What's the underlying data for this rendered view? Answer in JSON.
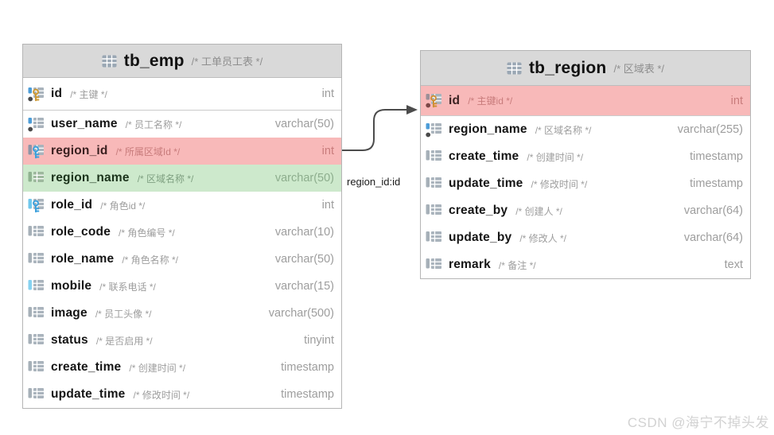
{
  "tables": [
    {
      "name": "tb_emp",
      "comment": "/* 工单员工表 */",
      "columns": [
        {
          "name": "id",
          "comment": "/* 主键 */",
          "type": "int",
          "icon": "column-primary-key-icon",
          "bar": "#4d9dd8",
          "dot": "#4a4a4a",
          "key": "#cc9833"
        },
        {
          "name": "user_name",
          "comment": "/* 员工名称 */",
          "type": "varchar(50)",
          "icon": "column-icon",
          "bar": "#4d9dd8",
          "dot": "#4a4a4a"
        },
        {
          "name": "region_id",
          "comment": "/* 所属区域Id */",
          "type": "int",
          "icon": "column-foreign-key-icon",
          "bar": "#8d95a7",
          "key": "#3ba0dc",
          "highlight": "pink"
        },
        {
          "name": "region_name",
          "comment": "/* 区域名称 */",
          "type": "varchar(50)",
          "icon": "column-icon",
          "bar": "#8fb290",
          "grid": "#9db89d",
          "highlight": "green"
        },
        {
          "name": "role_id",
          "comment": "/* 角色id */",
          "type": "int",
          "icon": "column-foreign-key-icon",
          "bar": "#6fc7ed",
          "key": "#3ba0dc"
        },
        {
          "name": "role_code",
          "comment": "/* 角色编号 */",
          "type": "varchar(10)",
          "icon": "column-icon",
          "bar": "#a6b0b8"
        },
        {
          "name": "role_name",
          "comment": "/* 角色名称 */",
          "type": "varchar(50)",
          "icon": "column-icon",
          "bar": "#a6b0b8"
        },
        {
          "name": "mobile",
          "comment": "/* 联系电话 */",
          "type": "varchar(15)",
          "icon": "column-icon",
          "bar": "#86d2f0"
        },
        {
          "name": "image",
          "comment": "/* 员工头像 */",
          "type": "varchar(500)",
          "icon": "column-icon",
          "bar": "#a6b0b8"
        },
        {
          "name": "status",
          "comment": "/* 是否启用 */",
          "type": "tinyint",
          "icon": "column-icon",
          "bar": "#a6b0b8"
        },
        {
          "name": "create_time",
          "comment": "/* 创建时间 */",
          "type": "timestamp",
          "icon": "column-icon",
          "bar": "#a6b0b8"
        },
        {
          "name": "update_time",
          "comment": "/* 修改时间 */",
          "type": "timestamp",
          "icon": "column-icon",
          "bar": "#a6b0b8"
        }
      ]
    },
    {
      "name": "tb_region",
      "comment": "/* 区域表 */",
      "columns": [
        {
          "name": "id",
          "comment": "/* 主键id */",
          "type": "int",
          "icon": "column-primary-key-icon",
          "bar": "#9b8f98",
          "dot": "#7c4747",
          "key": "#cf8f35",
          "highlight": "pink"
        },
        {
          "name": "region_name",
          "comment": "/* 区域名称 */",
          "type": "varchar(255)",
          "icon": "column-icon",
          "bar": "#4d9dd8",
          "dot": "#4a4a4a"
        },
        {
          "name": "create_time",
          "comment": "/* 创建时间 */",
          "type": "timestamp",
          "icon": "column-icon",
          "bar": "#a6b0b8"
        },
        {
          "name": "update_time",
          "comment": "/* 修改时间 */",
          "type": "timestamp",
          "icon": "column-icon",
          "bar": "#a6b0b8"
        },
        {
          "name": "create_by",
          "comment": "/* 创建人 */",
          "type": "varchar(64)",
          "icon": "column-icon",
          "bar": "#a6b0b8"
        },
        {
          "name": "update_by",
          "comment": "/* 修改人 */",
          "type": "varchar(64)",
          "icon": "column-icon",
          "bar": "#a6b0b8"
        },
        {
          "name": "remark",
          "comment": "/* 备注 */",
          "type": "text",
          "icon": "column-icon",
          "bar": "#a6b0b8"
        }
      ]
    }
  ],
  "relation": {
    "label": "region_id:id",
    "from": "tb_emp.region_id",
    "to": "tb_region.id"
  },
  "colors": {
    "header_bg": "#d9d9d9",
    "highlight_pink": "#f8b9b9",
    "highlight_green": "#cde9cc",
    "connector": "#4c4c4c"
  },
  "watermark": "CSDN @海宁不掉头发"
}
